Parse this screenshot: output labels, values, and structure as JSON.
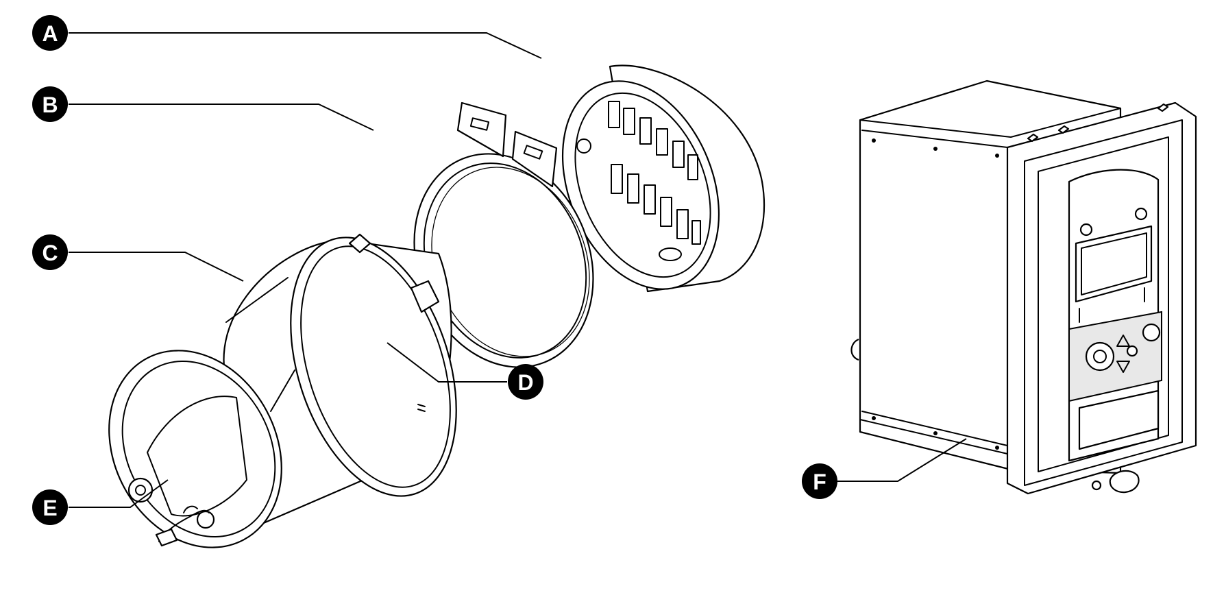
{
  "callouts": {
    "a": "A",
    "b": "B",
    "c": "C",
    "d": "D",
    "e": "E",
    "f": "F"
  },
  "icons": {
    "keypad_up": "triangle-up-icon",
    "keypad_down": "triangle-down-icon"
  },
  "colors": {
    "ink": "#000000",
    "paper": "#ffffff"
  }
}
